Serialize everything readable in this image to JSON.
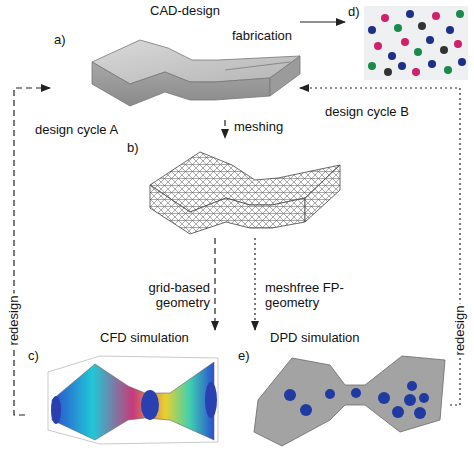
{
  "diagram": {
    "nodes": [
      {
        "text": [
          "CAD-design",
          "a)"
        ]
      },
      {
        "text": [
          "d)"
        ]
      },
      {
        "text": [
          "b)"
        ]
      },
      {
        "text": [
          "c)",
          "CFD simulation"
        ]
      },
      {
        "text": [
          "e)",
          "DPD simulation"
        ]
      }
    ],
    "edges": [
      {
        "from": 0,
        "to": 1,
        "arrow": "to",
        "label": "fabrication"
      },
      {
        "from": 0,
        "to": 2,
        "arrow": "to",
        "label": "meshing"
      },
      {
        "from": 2,
        "to": 3,
        "arrow": "to",
        "label": "grid-based geometry"
      },
      {
        "from": 2,
        "to": 4,
        "arrow": "to",
        "label": "meshfree FP-geometry"
      },
      {
        "from": 3,
        "to": 0,
        "arrow": "to",
        "label": "redesign"
      },
      {
        "from": 4,
        "to": 0,
        "arrow": "to",
        "label": "redesign"
      }
    ],
    "labels": [
      "design cycle A",
      "design cycle B"
    ]
  }
}
